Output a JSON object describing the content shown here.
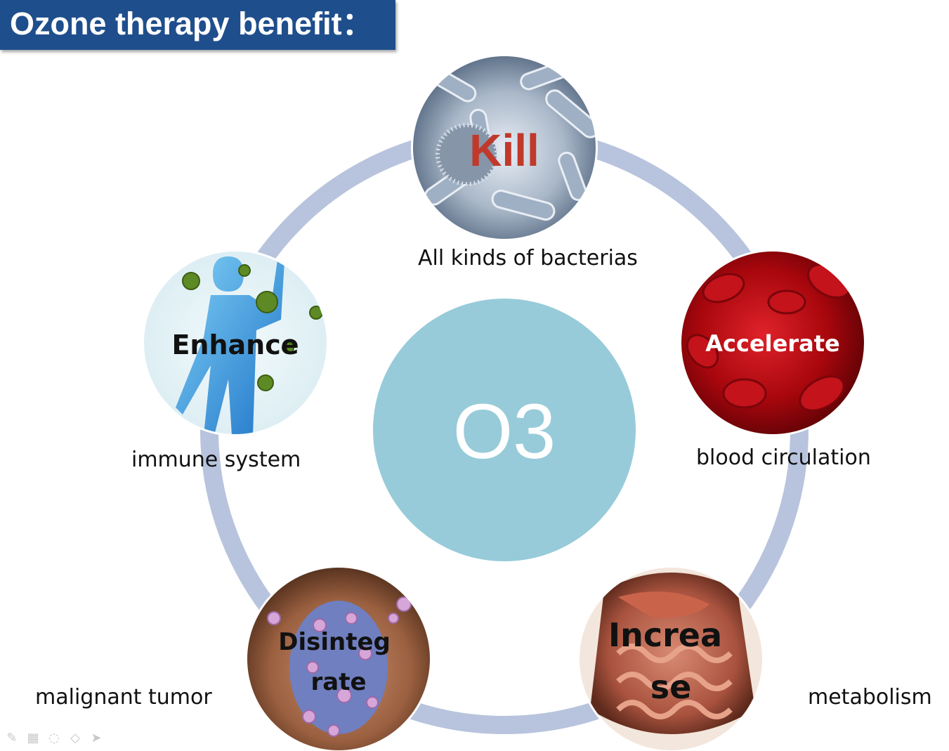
{
  "title": "Ozone therapy benefit：",
  "center": {
    "label": "O3",
    "color": "#97cbd9"
  },
  "ring_color": "#b8c4dd",
  "nodes": [
    {
      "id": "kill",
      "word": "Kill",
      "caption": "All kinds of bacterias",
      "word_color": "#c0392b",
      "image": "bacteria"
    },
    {
      "id": "accelerate",
      "word": "Accelerate",
      "caption": "blood circulation",
      "word_color": "#ffffff",
      "image": "blood-cells"
    },
    {
      "id": "increase",
      "word": "Increa se",
      "caption": "metabolism",
      "word_color": "#111111",
      "image": "intestines"
    },
    {
      "id": "disintegrate",
      "word": "Disinteg rate",
      "caption": "malignant tumor",
      "word_color": "#111111",
      "image": "tumor-cells"
    },
    {
      "id": "enhance",
      "word": "Enhance",
      "caption": "immune system",
      "word_color": "#111111",
      "image": "human-body-virus"
    }
  ],
  "toolbar_icons": [
    "pen-icon",
    "slides-icon",
    "eraser-icon",
    "highlighter-icon",
    "pointer-icon"
  ]
}
